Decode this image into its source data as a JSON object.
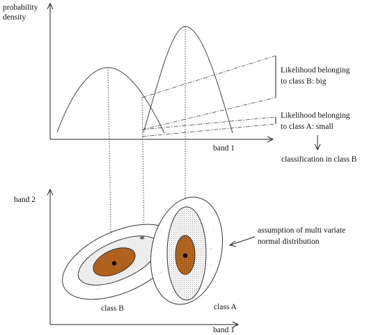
{
  "labels": {
    "y_axis_top_line1": "probability",
    "y_axis_top_line2": "density",
    "x_axis_top": "band 1",
    "likelihood_b_line1": "Likelihood belonging",
    "likelihood_b_line2": "to class B: big",
    "likelihood_a_line1": "Likelihood belonging",
    "likelihood_a_line2": "to class A: small",
    "classification": "classification in class B",
    "y_axis_bottom": "band 2",
    "x_axis_bottom": "band 1",
    "assumption_line1": "assumption of multi variate",
    "assumption_line2": "normal distribution",
    "class_b": "class B",
    "class_a": "class A",
    "star": "*"
  },
  "colors": {
    "core_fill": "#b5651d",
    "stipple": "#d9d9d9",
    "line": "#333333"
  }
}
